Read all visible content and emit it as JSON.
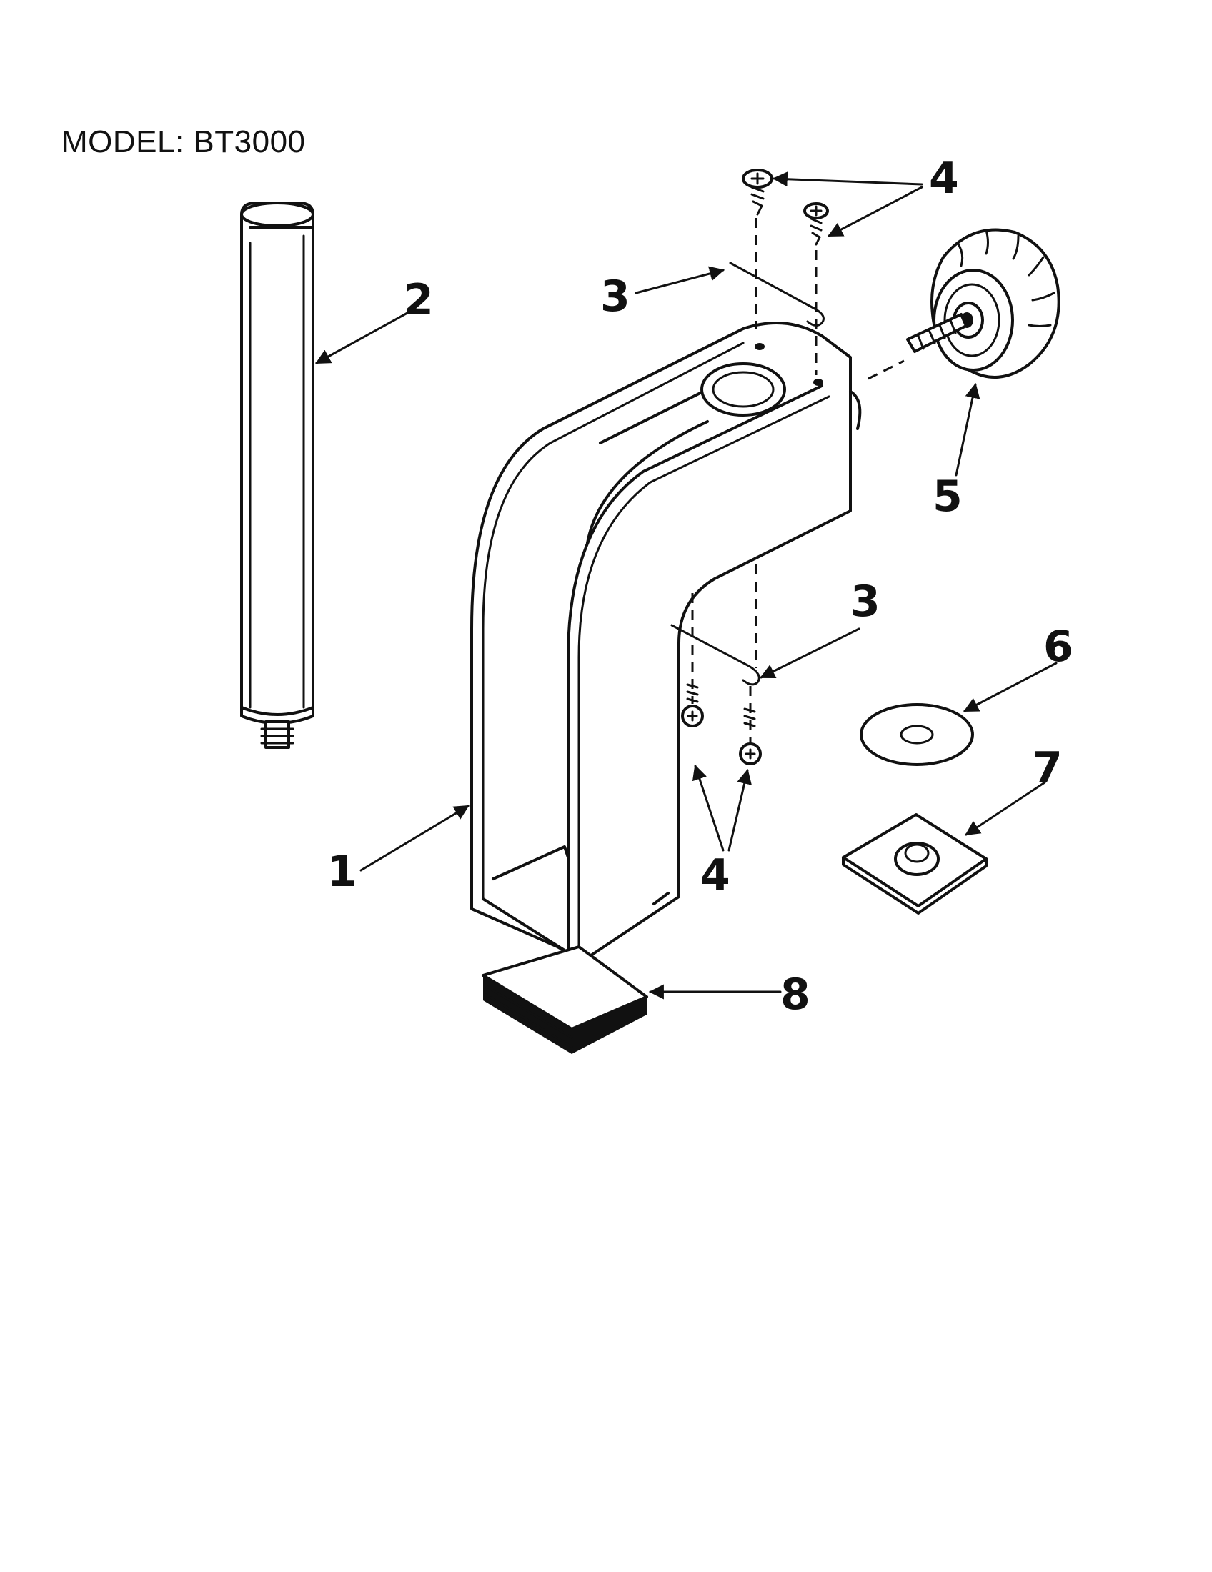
{
  "header": {
    "model_label": "MODEL: BT3000"
  },
  "callouts": {
    "c1": "1",
    "c2": "2",
    "c3_top": "3",
    "c3_bottom": "3",
    "c4_top": "4",
    "c4_bottom": "4",
    "c5": "5",
    "c6": "6",
    "c7": "7",
    "c8": "8"
  },
  "colors": {
    "line": "#111111",
    "background": "#ffffff"
  }
}
